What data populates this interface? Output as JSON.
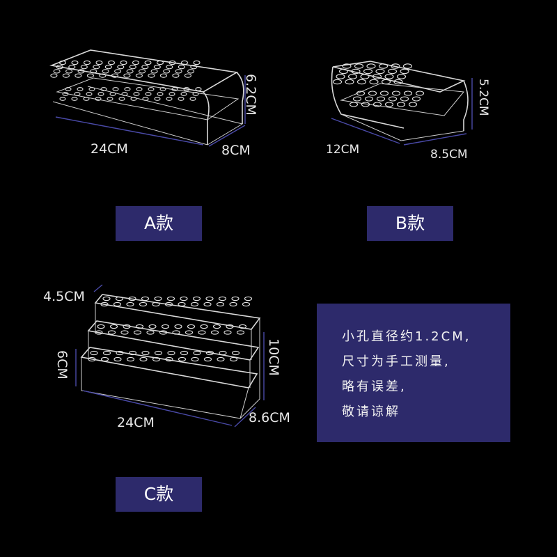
{
  "variants": {
    "a": {
      "label": "A款",
      "width": "24CM",
      "depth": "8CM",
      "height": "6.2CM"
    },
    "b": {
      "label": "B款",
      "width": "12CM",
      "depth": "8.5CM",
      "height": "5.2CM"
    },
    "c": {
      "label": "C款",
      "width": "24CM",
      "depth": "8.6CM",
      "height": "10CM",
      "low_step_height": "6CM",
      "top_step": "4.5CM"
    }
  },
  "note": {
    "lines": [
      "小孔直径约1.2CM,",
      "尺寸为手工测量,",
      "略有误差,",
      "敬请谅解"
    ]
  },
  "colors": {
    "background": "#000000",
    "label_bg": "#2d2a6b",
    "dimension_line": "#4a4aa8"
  }
}
